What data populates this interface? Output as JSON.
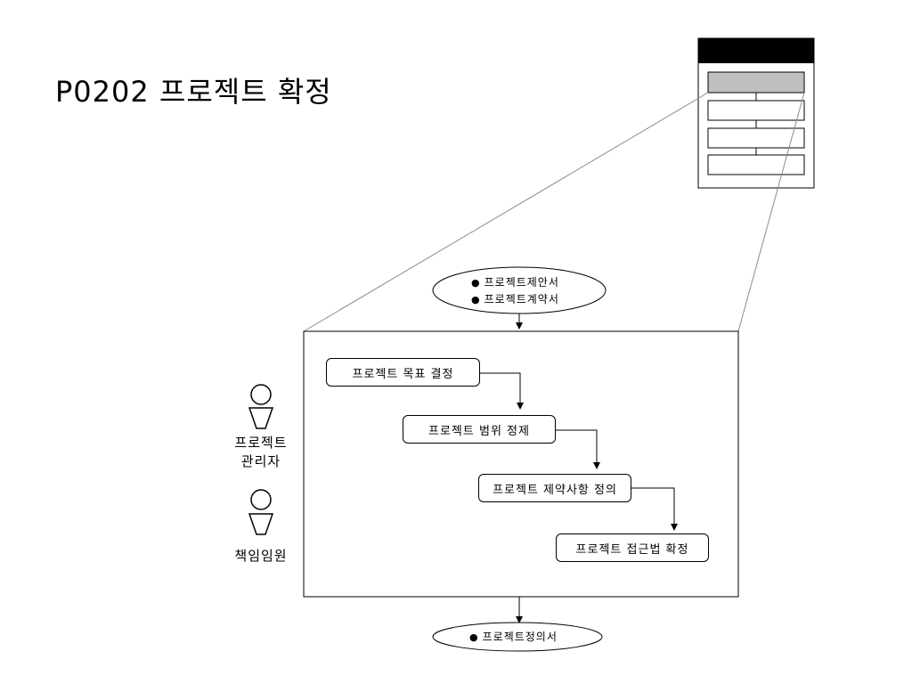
{
  "page": {
    "title": "P0202 프로젝트 확정"
  },
  "inputs": {
    "items": [
      "프로젝트제안서",
      "프로젝트계약서"
    ]
  },
  "outputs": {
    "items": [
      "프로젝트정의서"
    ]
  },
  "steps": [
    {
      "label": "프로젝트 목표 결정"
    },
    {
      "label": "프로젝트 범위 정제"
    },
    {
      "label": "프로젝트 제약사항 정의"
    },
    {
      "label": "프로젝트 접근법 확정"
    }
  ],
  "roles": [
    {
      "label_line1": "프로젝트",
      "label_line2": "관리자"
    },
    {
      "label_line1": "책임임원",
      "label_line2": ""
    }
  ],
  "icons": {
    "bullet": "●",
    "role_icon": "person-icon"
  }
}
